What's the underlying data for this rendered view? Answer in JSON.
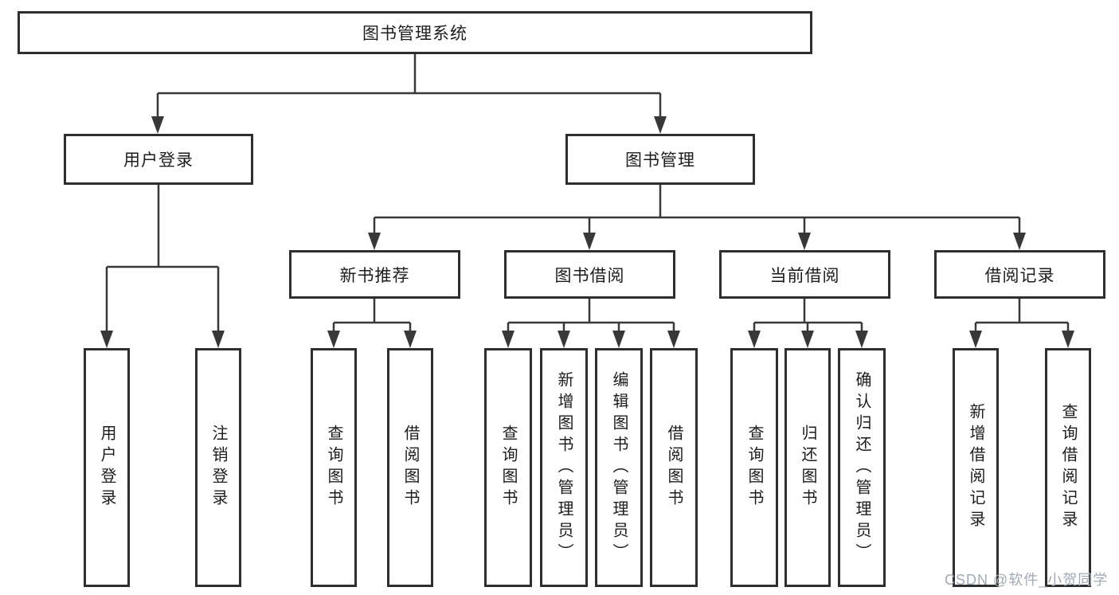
{
  "diagram": {
    "root": "图书管理系统",
    "level2": {
      "user_login": "用户登录",
      "book_mgmt": "图书管理"
    },
    "level3": {
      "new_books": "新书推荐",
      "book_borrow": "图书借阅",
      "current_borrow": "当前借阅",
      "borrow_records": "借阅记录"
    },
    "leaves": {
      "user_login": [
        "用户登录",
        "注销登录"
      ],
      "new_books": [
        "查询图书",
        "借阅图书"
      ],
      "book_borrow": [
        "查询图书",
        "新增图书（管理员）",
        "编辑图书（管理员）",
        "借阅图书"
      ],
      "current_borrow": [
        "查询图书",
        "归还图书",
        "确认归还（管理员）"
      ],
      "borrow_records": [
        "新增借阅记录",
        "查询借阅记录"
      ]
    }
  },
  "watermark": "CSDN @软件_小贺同学",
  "colors": {
    "line": "#383838",
    "border": "#2e2e2e",
    "text": "#1c1c1c",
    "background": "#ffffff",
    "watermark": "#a3a9b5"
  }
}
